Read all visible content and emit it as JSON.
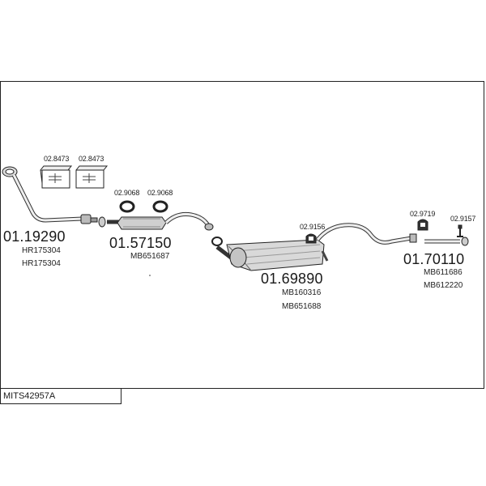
{
  "model_code": "MITS42957A",
  "assemblies": [
    {
      "part_no": "01.19290",
      "refs": [
        "HR175304",
        "HR175304"
      ]
    },
    {
      "part_no": "01.57150",
      "refs": [
        "MB651687"
      ]
    },
    {
      "part_no": "01.69890",
      "refs": [
        "MB160316",
        "MB651688"
      ]
    },
    {
      "part_no": "01.70110",
      "refs": [
        "MB611686",
        "MB612220"
      ]
    }
  ],
  "accessories": [
    {
      "code": "02.8473",
      "icon": "clamp-kit-icon"
    },
    {
      "code": "02.8473",
      "icon": "clamp-kit-icon"
    },
    {
      "code": "02.9068",
      "icon": "gasket-ring-icon"
    },
    {
      "code": "02.9068",
      "icon": "gasket-ring-icon"
    },
    {
      "code": "02.9156",
      "icon": "rubber-mount-icon"
    },
    {
      "code": "02.9719",
      "icon": "rubber-mount-icon"
    },
    {
      "code": "02.9157",
      "icon": "hanger-bolt-icon"
    }
  ]
}
